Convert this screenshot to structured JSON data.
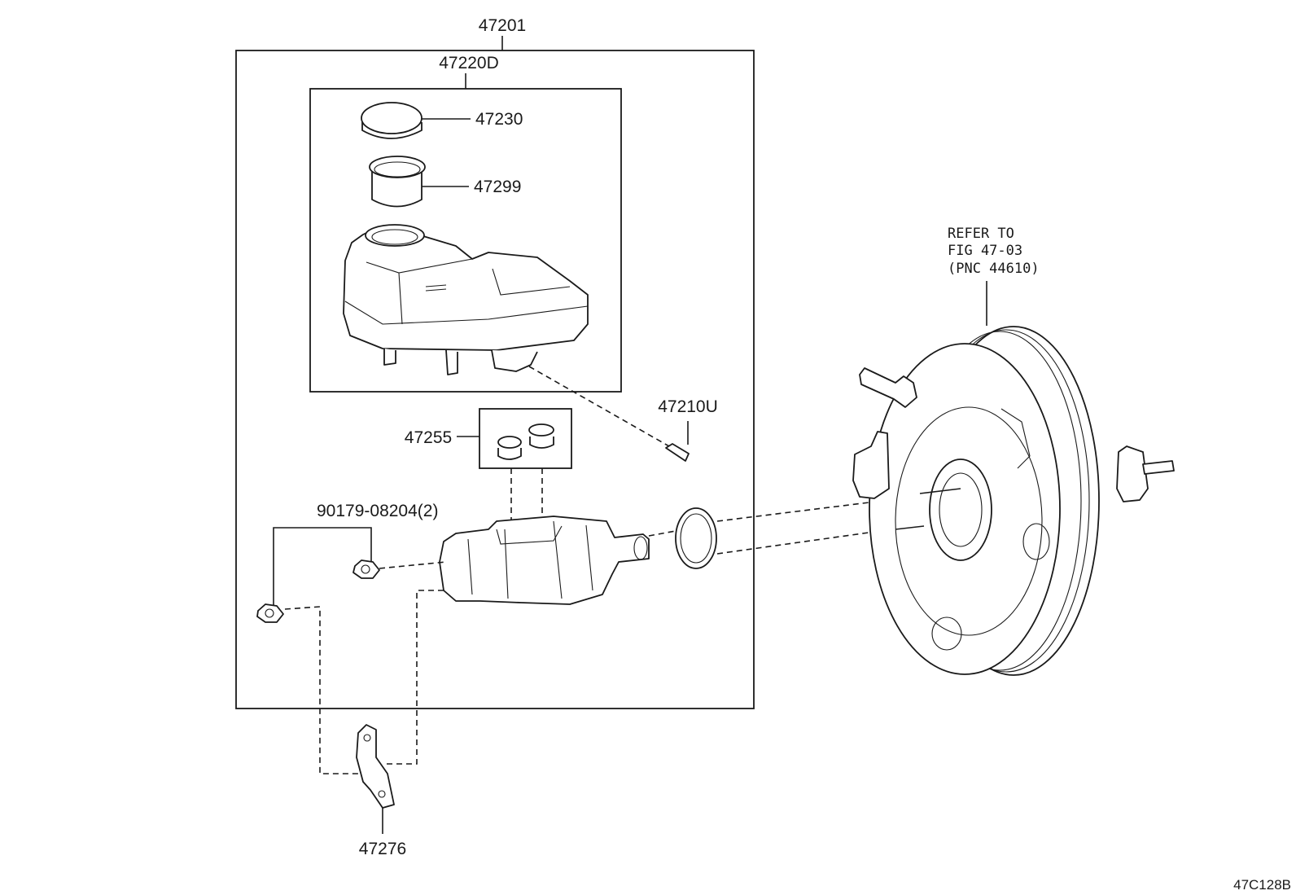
{
  "labels": {
    "assembly": "47201",
    "reservoir_sub_assy": "47220D",
    "reservoir_cap": "47230",
    "strainer": "47299",
    "reservoir_pin": "47210U",
    "grommet": "47255",
    "nut": "90179-08204(2)",
    "bracket": "47276",
    "refer_line1": "REFER TO",
    "refer_line2": "FIG 47-03",
    "refer_line3": "(PNC 44610)",
    "figure_code": "47C128B"
  }
}
